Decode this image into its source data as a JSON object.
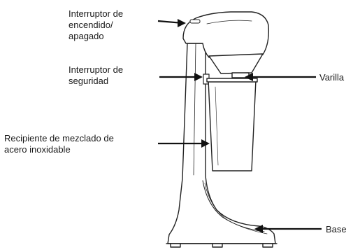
{
  "labels": {
    "power_switch": [
      "Interruptor de",
      "encendido/",
      "apagado"
    ],
    "safety_switch": [
      "Interruptor de",
      "seguridad"
    ],
    "mixing_cup": [
      "Recipiente de mezclado de",
      "acero inoxidable"
    ],
    "spindle": "Varilla",
    "base": "Base"
  }
}
